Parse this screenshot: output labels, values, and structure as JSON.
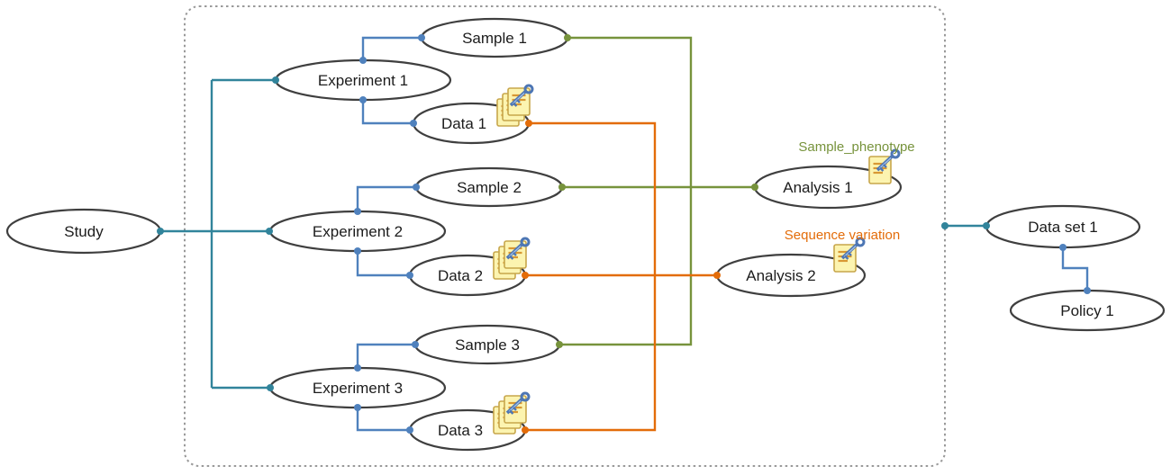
{
  "diagram": {
    "colors": {
      "study_link": "#31849B",
      "experiment_link": "#4F81BD",
      "sample_analysis_link": "#77933C",
      "data_analysis_link": "#E36C09",
      "node_border": "#3F3F3F",
      "box_border": "#9A9A9A"
    },
    "nodes": {
      "study": {
        "label": "Study"
      },
      "experiment1": {
        "label": "Experiment 1"
      },
      "sample1": {
        "label": "Sample 1"
      },
      "data1": {
        "label": "Data 1",
        "icon": "stacked-documents-key-icon"
      },
      "experiment2": {
        "label": "Experiment 2"
      },
      "sample2": {
        "label": "Sample 2"
      },
      "data2": {
        "label": "Data 2",
        "icon": "stacked-documents-key-icon"
      },
      "experiment3": {
        "label": "Experiment 3"
      },
      "sample3": {
        "label": "Sample 3"
      },
      "data3": {
        "label": "Data 3",
        "icon": "stacked-documents-key-icon"
      },
      "analysis1": {
        "label": "Analysis 1",
        "icon": "document-key-icon",
        "annotation": "Sample_phenotype"
      },
      "analysis2": {
        "label": "Analysis 2",
        "icon": "document-key-icon",
        "annotation": "Sequence variation"
      },
      "dataset1": {
        "label": "Data set 1"
      },
      "policy1": {
        "label": "Policy 1"
      }
    },
    "edges": [
      {
        "from": "study",
        "to": "experiment1",
        "color": "study_link"
      },
      {
        "from": "study",
        "to": "experiment2",
        "color": "study_link"
      },
      {
        "from": "study",
        "to": "experiment3",
        "color": "study_link"
      },
      {
        "from": "experiment1",
        "to": "sample1",
        "color": "experiment_link"
      },
      {
        "from": "experiment1",
        "to": "data1",
        "color": "experiment_link"
      },
      {
        "from": "experiment2",
        "to": "sample2",
        "color": "experiment_link"
      },
      {
        "from": "experiment2",
        "to": "data2",
        "color": "experiment_link"
      },
      {
        "from": "experiment3",
        "to": "sample3",
        "color": "experiment_link"
      },
      {
        "from": "experiment3",
        "to": "data3",
        "color": "experiment_link"
      },
      {
        "from": "sample1",
        "to": "analysis1",
        "color": "sample_analysis_link"
      },
      {
        "from": "sample2",
        "to": "analysis1",
        "color": "sample_analysis_link"
      },
      {
        "from": "sample3",
        "to": "analysis1",
        "color": "sample_analysis_link"
      },
      {
        "from": "data1",
        "to": "analysis2",
        "color": "data_analysis_link"
      },
      {
        "from": "data2",
        "to": "analysis2",
        "color": "data_analysis_link"
      },
      {
        "from": "data3",
        "to": "analysis2",
        "color": "data_analysis_link"
      },
      {
        "from": "submission_box",
        "to": "dataset1",
        "color": "study_link"
      },
      {
        "from": "dataset1",
        "to": "policy1",
        "color": "experiment_link"
      }
    ]
  }
}
